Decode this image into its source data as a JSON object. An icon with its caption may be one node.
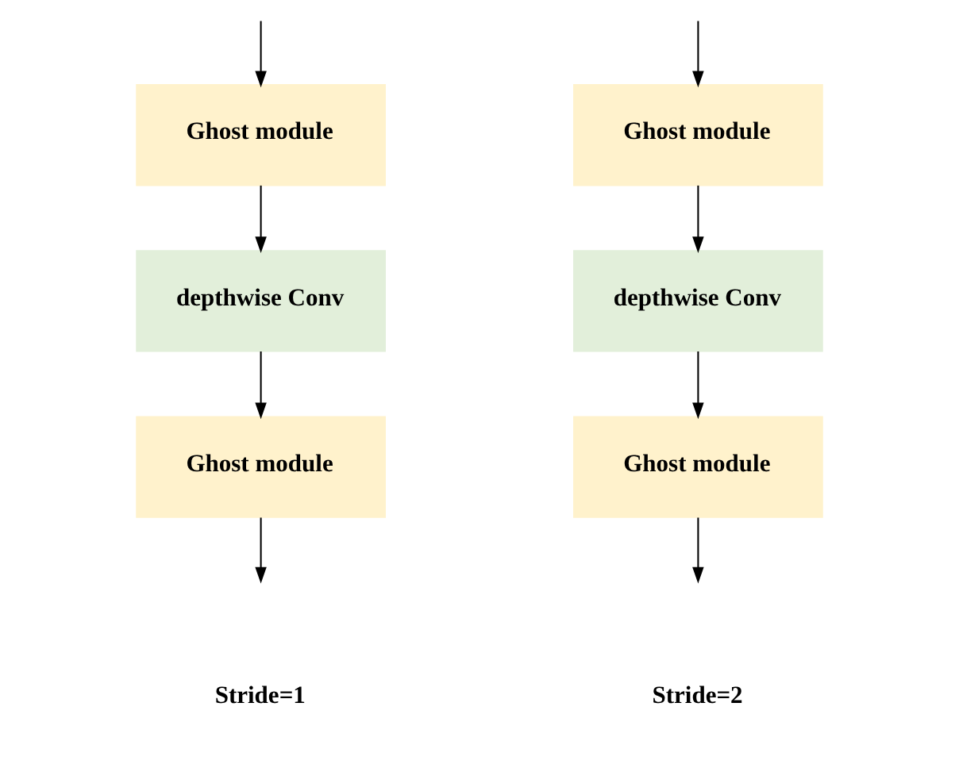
{
  "diagram": {
    "nodes": [
      {
        "text": [
          "Ghost module"
        ]
      },
      {
        "text": [
          "depthwise Conv"
        ]
      },
      {
        "text": [
          "Ghost module"
        ]
      },
      {
        "text": [
          "Ghost module"
        ]
      },
      {
        "text": [
          "depthwise Conv"
        ]
      },
      {
        "text": [
          "Ghost module"
        ]
      }
    ],
    "edges": [
      {
        "from": null,
        "to": 0,
        "arrow": "to"
      },
      {
        "from": 0,
        "to": 1,
        "arrow": "to"
      },
      {
        "from": 1,
        "to": 2,
        "arrow": "to"
      },
      {
        "from": 2,
        "to": null,
        "arrow": "to"
      },
      {
        "from": null,
        "to": 3,
        "arrow": "to"
      },
      {
        "from": 3,
        "to": 4,
        "arrow": "to"
      },
      {
        "from": 4,
        "to": 5,
        "arrow": "to"
      },
      {
        "from": 5,
        "to": null,
        "arrow": "to"
      }
    ],
    "labels": [
      "Stride=1",
      "Stride=2"
    ]
  }
}
